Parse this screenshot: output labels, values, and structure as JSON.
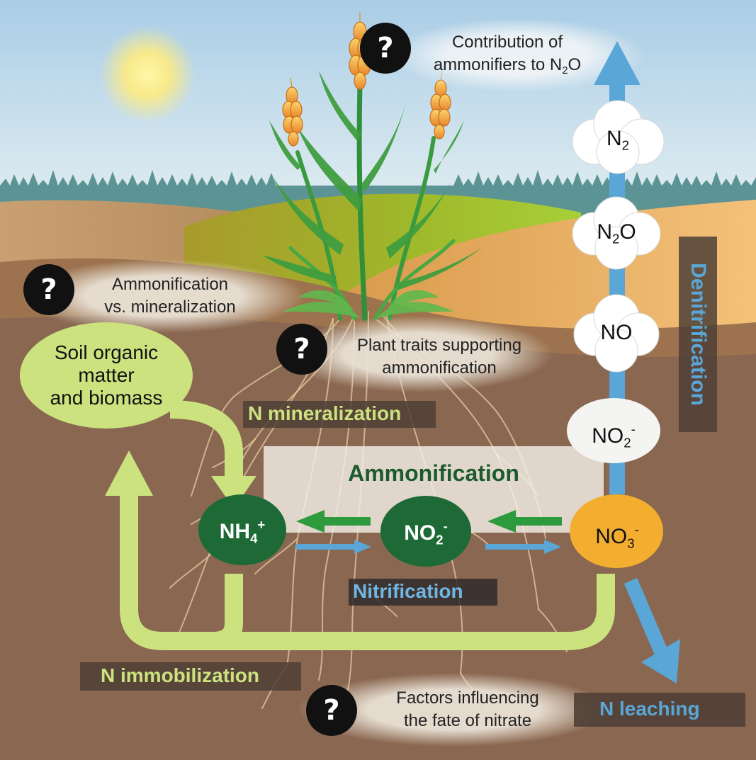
{
  "questions": {
    "ammonifiers_n2o": {
      "mark": "?",
      "line1": "Contribution of",
      "line2_prefix": "ammonifiers to N",
      "line2_sub": "2",
      "line2_suffix": "O"
    },
    "ammonification_vs_mineralization": {
      "mark": "?",
      "line1": "Ammonification",
      "line2": "vs. mineralization"
    },
    "plant_traits": {
      "mark": "?",
      "line1": "Plant traits supporting",
      "line2": "ammonification"
    },
    "fate_of_nitrate": {
      "mark": "?",
      "line1": "Factors influencing",
      "line2": "the fate of nitrate"
    }
  },
  "nodes": {
    "soil_organic_matter": {
      "line1": "Soil organic",
      "line2": "matter",
      "line3": "and biomass"
    },
    "nh4": {
      "base": "NH",
      "sub": "4",
      "sup": "+"
    },
    "no2_green": {
      "base": "NO",
      "sub": "2",
      "sup": "-"
    },
    "no3": {
      "base": "NO",
      "sub": "3",
      "sup": "-"
    },
    "no2_white": {
      "base": "NO",
      "sub": "2",
      "sup": "-"
    },
    "no": {
      "base": "NO"
    },
    "n2o": {
      "base": "N",
      "sub": "2",
      "suffix": "O"
    },
    "n2": {
      "base": "N",
      "sub": "2"
    }
  },
  "processes": {
    "n_mineralization": "N mineralization",
    "ammonification": "Ammonification",
    "nitrification": "Nitrification",
    "denitrification": "Denitrification",
    "n_immobilization": "N immobilization",
    "n_leaching": "N leaching"
  },
  "colors": {
    "sky_top": "#a9cde6",
    "soil": "#876650",
    "light_green": "#cbe27f",
    "dark_green": "#1d6a36",
    "denitrification_blue": "#5aa6d6",
    "nitrate_orange": "#f3ad2f",
    "label_bg_dark": "#4f3f36"
  }
}
